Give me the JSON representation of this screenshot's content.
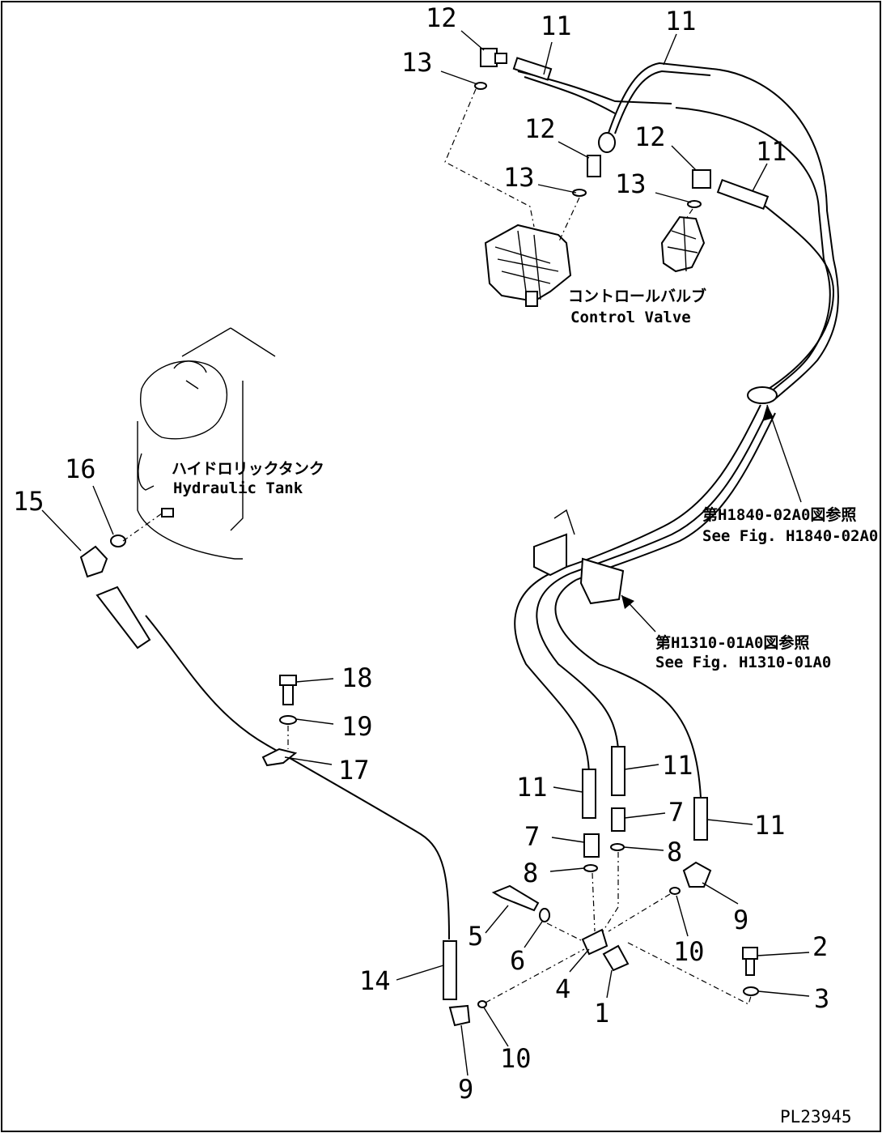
{
  "drawing_id": "PL23945",
  "components": {
    "control_valve": {
      "label_jp": "コントロールバルブ",
      "label_en": "Control Valve"
    },
    "hydraulic_tank": {
      "label_jp": "ハイドロリックタンク",
      "label_en": "Hydraulic Tank"
    }
  },
  "references": {
    "ref1": {
      "label_jp": "第H1840-02A0図参照",
      "label_en": "See Fig. H1840-02A0"
    },
    "ref2": {
      "label_jp": "第H1310-01A0図参照",
      "label_en": "See Fig. H1310-01A0"
    }
  },
  "callouts": {
    "c12a": "12",
    "c11a": "11",
    "c11b": "11",
    "c13a": "13",
    "c12b": "12",
    "c12c": "12",
    "c11c": "11",
    "c13b": "13",
    "c13c": "13",
    "c16": "16",
    "c15": "15",
    "c18": "18",
    "c19": "19",
    "c17": "17",
    "c11d": "11",
    "c11e": "11",
    "c11f": "11",
    "c7a": "7",
    "c7b": "7",
    "c8a": "8",
    "c8b": "8",
    "c9a": "9",
    "c5": "5",
    "c6": "6",
    "c10a": "10",
    "c2": "2",
    "c3": "3",
    "c14": "14",
    "c4": "4",
    "c1": "1",
    "c10b": "10",
    "c9b": "9"
  }
}
